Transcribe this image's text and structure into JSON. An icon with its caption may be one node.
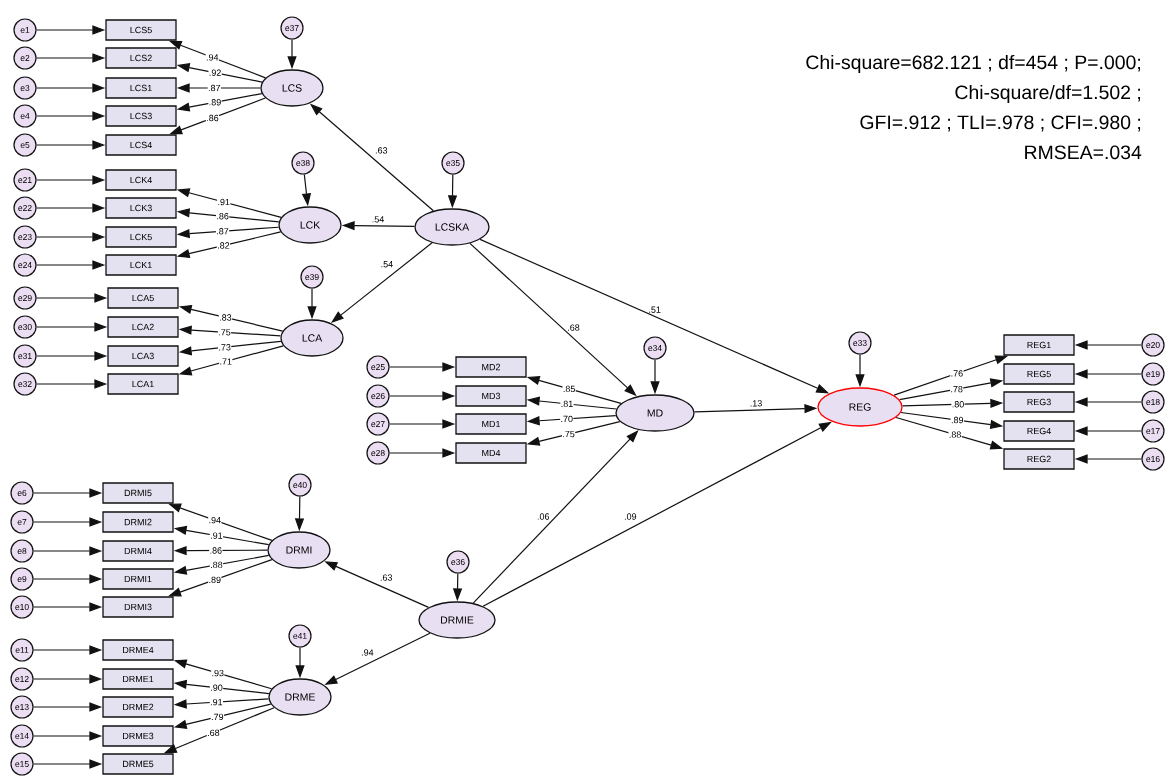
{
  "diagram": {
    "nodes": [
      {
        "text": [
          "e37"
        ]
      },
      {
        "text": [
          "LCS"
        ]
      },
      {
        "text": [
          "e1"
        ]
      },
      {
        "text": [
          "LCS5"
        ]
      },
      {
        "text": [
          "e2"
        ]
      },
      {
        "text": [
          "LCS2"
        ]
      },
      {
        "text": [
          "e3"
        ]
      },
      {
        "text": [
          "LCS1"
        ]
      },
      {
        "text": [
          "e4"
        ]
      },
      {
        "text": [
          "LCS3"
        ]
      },
      {
        "text": [
          "e5"
        ]
      },
      {
        "text": [
          "LCS4"
        ]
      },
      {
        "text": [
          "e38"
        ]
      },
      {
        "text": [
          "LCK"
        ]
      },
      {
        "text": [
          "e21"
        ]
      },
      {
        "text": [
          "LCK4"
        ]
      },
      {
        "text": [
          "e22"
        ]
      },
      {
        "text": [
          "LCK3"
        ]
      },
      {
        "text": [
          "e23"
        ]
      },
      {
        "text": [
          "LCK5"
        ]
      },
      {
        "text": [
          "e24"
        ]
      },
      {
        "text": [
          "LCK1"
        ]
      },
      {
        "text": [
          "e39"
        ]
      },
      {
        "text": [
          "LCA"
        ]
      },
      {
        "text": [
          "e29"
        ]
      },
      {
        "text": [
          "LCA5"
        ]
      },
      {
        "text": [
          "e30"
        ]
      },
      {
        "text": [
          "LCA2"
        ]
      },
      {
        "text": [
          "e31"
        ]
      },
      {
        "text": [
          "LCA3"
        ]
      },
      {
        "text": [
          "e32"
        ]
      },
      {
        "text": [
          "LCA1"
        ]
      },
      {
        "text": [
          "e35"
        ]
      },
      {
        "text": [
          "LCSKA"
        ]
      },
      {
        "text": [
          "e34"
        ]
      },
      {
        "text": [
          "MD"
        ]
      },
      {
        "text": [
          "e25"
        ]
      },
      {
        "text": [
          "MD2"
        ]
      },
      {
        "text": [
          "e26"
        ]
      },
      {
        "text": [
          "MD3"
        ]
      },
      {
        "text": [
          "e27"
        ]
      },
      {
        "text": [
          "MD1"
        ]
      },
      {
        "text": [
          "e28"
        ]
      },
      {
        "text": [
          "MD4"
        ]
      },
      {
        "text": [
          "e33"
        ]
      },
      {
        "text": [
          "REG"
        ]
      },
      {
        "text": [
          "REG1"
        ]
      },
      {
        "text": [
          "e20"
        ]
      },
      {
        "text": [
          "REG5"
        ]
      },
      {
        "text": [
          "e19"
        ]
      },
      {
        "text": [
          "REG3"
        ]
      },
      {
        "text": [
          "e18"
        ]
      },
      {
        "text": [
          "REG4"
        ]
      },
      {
        "text": [
          "e17"
        ]
      },
      {
        "text": [
          "REG2"
        ]
      },
      {
        "text": [
          "e16"
        ]
      },
      {
        "text": [
          "e40"
        ]
      },
      {
        "text": [
          "DRMI"
        ]
      },
      {
        "text": [
          "e6"
        ]
      },
      {
        "text": [
          "DRMI5"
        ]
      },
      {
        "text": [
          "e7"
        ]
      },
      {
        "text": [
          "DRMI2"
        ]
      },
      {
        "text": [
          "e8"
        ]
      },
      {
        "text": [
          "DRMI4"
        ]
      },
      {
        "text": [
          "e9"
        ]
      },
      {
        "text": [
          "DRMI1"
        ]
      },
      {
        "text": [
          "e10"
        ]
      },
      {
        "text": [
          "DRMI3"
        ]
      },
      {
        "text": [
          "e36"
        ]
      },
      {
        "text": [
          "DRMIE"
        ]
      },
      {
        "text": [
          "e41"
        ]
      },
      {
        "text": [
          "DRME"
        ]
      },
      {
        "text": [
          "e11"
        ]
      },
      {
        "text": [
          "DRME4"
        ]
      },
      {
        "text": [
          "e12"
        ]
      },
      {
        "text": [
          "DRME1"
        ]
      },
      {
        "text": [
          "e13"
        ]
      },
      {
        "text": [
          "DRME2"
        ]
      },
      {
        "text": [
          "e14"
        ]
      },
      {
        "text": [
          "DRME3"
        ]
      },
      {
        "text": [
          "e15"
        ]
      },
      {
        "text": [
          "DRME5"
        ]
      }
    ],
    "edges": [
      {
        "from": 0,
        "to": 1,
        "arrow": "to"
      },
      {
        "from": 2,
        "to": 3,
        "arrow": "to"
      },
      {
        "from": 1,
        "to": 3,
        "arrow": "to",
        "label": ".94"
      },
      {
        "from": 4,
        "to": 5,
        "arrow": "to"
      },
      {
        "from": 1,
        "to": 5,
        "arrow": "to",
        "label": ".92"
      },
      {
        "from": 6,
        "to": 7,
        "arrow": "to"
      },
      {
        "from": 1,
        "to": 7,
        "arrow": "to",
        "label": ".87"
      },
      {
        "from": 8,
        "to": 9,
        "arrow": "to"
      },
      {
        "from": 1,
        "to": 9,
        "arrow": "to",
        "label": ".89"
      },
      {
        "from": 10,
        "to": 11,
        "arrow": "to"
      },
      {
        "from": 1,
        "to": 11,
        "arrow": "to",
        "label": ".86"
      },
      {
        "from": 12,
        "to": 13,
        "arrow": "to"
      },
      {
        "from": 14,
        "to": 15,
        "arrow": "to"
      },
      {
        "from": 13,
        "to": 15,
        "arrow": "to",
        "label": ".91"
      },
      {
        "from": 16,
        "to": 17,
        "arrow": "to"
      },
      {
        "from": 13,
        "to": 17,
        "arrow": "to",
        "label": ".86"
      },
      {
        "from": 18,
        "to": 19,
        "arrow": "to"
      },
      {
        "from": 13,
        "to": 19,
        "arrow": "to",
        "label": ".87"
      },
      {
        "from": 20,
        "to": 21,
        "arrow": "to"
      },
      {
        "from": 13,
        "to": 21,
        "arrow": "to",
        "label": ".82"
      },
      {
        "from": 22,
        "to": 23,
        "arrow": "to"
      },
      {
        "from": 24,
        "to": 25,
        "arrow": "to"
      },
      {
        "from": 23,
        "to": 25,
        "arrow": "to",
        "label": ".83"
      },
      {
        "from": 26,
        "to": 27,
        "arrow": "to"
      },
      {
        "from": 23,
        "to": 27,
        "arrow": "to",
        "label": ".75"
      },
      {
        "from": 28,
        "to": 29,
        "arrow": "to"
      },
      {
        "from": 23,
        "to": 29,
        "arrow": "to",
        "label": ".73"
      },
      {
        "from": 30,
        "to": 31,
        "arrow": "to"
      },
      {
        "from": 23,
        "to": 31,
        "arrow": "to",
        "label": ".71"
      },
      {
        "from": 32,
        "to": 33,
        "arrow": "to"
      },
      {
        "from": 33,
        "to": 1,
        "arrow": "to",
        "label": ".63"
      },
      {
        "from": 33,
        "to": 13,
        "arrow": "to",
        "label": ".54"
      },
      {
        "from": 33,
        "to": 23,
        "arrow": "to",
        "label": ".54"
      },
      {
        "from": 33,
        "to": 35,
        "arrow": "to",
        "label": ".68"
      },
      {
        "from": 33,
        "to": 45,
        "arrow": "to",
        "label": ".51"
      },
      {
        "from": 34,
        "to": 35,
        "arrow": "to"
      },
      {
        "from": 36,
        "to": 37,
        "arrow": "to"
      },
      {
        "from": 35,
        "to": 37,
        "arrow": "to",
        "label": ".85"
      },
      {
        "from": 38,
        "to": 39,
        "arrow": "to"
      },
      {
        "from": 35,
        "to": 39,
        "arrow": "to",
        "label": ".81"
      },
      {
        "from": 40,
        "to": 41,
        "arrow": "to"
      },
      {
        "from": 35,
        "to": 41,
        "arrow": "to",
        "label": ".70"
      },
      {
        "from": 42,
        "to": 43,
        "arrow": "to"
      },
      {
        "from": 35,
        "to": 43,
        "arrow": "to",
        "label": ".75"
      },
      {
        "from": 35,
        "to": 45,
        "arrow": "to",
        "label": ".13"
      },
      {
        "from": 44,
        "to": 45,
        "arrow": "to"
      },
      {
        "from": 45,
        "to": 46,
        "arrow": "to",
        "label": ".76"
      },
      {
        "from": 47,
        "to": 46,
        "arrow": "to"
      },
      {
        "from": 45,
        "to": 48,
        "arrow": "to",
        "label": ".78"
      },
      {
        "from": 49,
        "to": 48,
        "arrow": "to"
      },
      {
        "from": 45,
        "to": 50,
        "arrow": "to",
        "label": ".80"
      },
      {
        "from": 51,
        "to": 50,
        "arrow": "to"
      },
      {
        "from": 45,
        "to": 52,
        "arrow": "to",
        "label": ".89"
      },
      {
        "from": 53,
        "to": 52,
        "arrow": "to"
      },
      {
        "from": 45,
        "to": 54,
        "arrow": "to",
        "label": ".88"
      },
      {
        "from": 55,
        "to": 54,
        "arrow": "to"
      },
      {
        "from": 56,
        "to": 57,
        "arrow": "to"
      },
      {
        "from": 58,
        "to": 59,
        "arrow": "to"
      },
      {
        "from": 57,
        "to": 59,
        "arrow": "to",
        "label": ".94"
      },
      {
        "from": 60,
        "to": 61,
        "arrow": "to"
      },
      {
        "from": 57,
        "to": 61,
        "arrow": "to",
        "label": ".91"
      },
      {
        "from": 62,
        "to": 63,
        "arrow": "to"
      },
      {
        "from": 57,
        "to": 63,
        "arrow": "to",
        "label": ".86"
      },
      {
        "from": 64,
        "to": 65,
        "arrow": "to"
      },
      {
        "from": 57,
        "to": 65,
        "arrow": "to",
        "label": ".88"
      },
      {
        "from": 66,
        "to": 67,
        "arrow": "to"
      },
      {
        "from": 57,
        "to": 67,
        "arrow": "to",
        "label": ".89"
      },
      {
        "from": 68,
        "to": 69,
        "arrow": "to"
      },
      {
        "from": 69,
        "to": 57,
        "arrow": "to",
        "label": ".63"
      },
      {
        "from": 69,
        "to": 71,
        "arrow": "to",
        "label": ".94"
      },
      {
        "from": 69,
        "to": 35,
        "arrow": "to",
        "label": ".06"
      },
      {
        "from": 69,
        "to": 45,
        "arrow": "to",
        "label": ".09"
      },
      {
        "from": 70,
        "to": 71,
        "arrow": "to"
      },
      {
        "from": 72,
        "to": 73,
        "arrow": "to"
      },
      {
        "from": 71,
        "to": 73,
        "arrow": "to",
        "label": ".93"
      },
      {
        "from": 74,
        "to": 75,
        "arrow": "to"
      },
      {
        "from": 71,
        "to": 75,
        "arrow": "to",
        "label": ".90"
      },
      {
        "from": 76,
        "to": 77,
        "arrow": "to"
      },
      {
        "from": 71,
        "to": 77,
        "arrow": "to",
        "label": ".91"
      },
      {
        "from": 78,
        "to": 79,
        "arrow": "to"
      },
      {
        "from": 71,
        "to": 79,
        "arrow": "to",
        "label": ".79"
      },
      {
        "from": 80,
        "to": 81,
        "arrow": "to"
      },
      {
        "from": 71,
        "to": 81,
        "arrow": "to",
        "label": ".68"
      }
    ],
    "labels": [
      "Chi-square=682.121 ; df=454 ; P=.000;",
      "Chi-square/df=1.502 ;",
      "GFI=.912 ; TLI=.978 ; CFI=.980 ;",
      "RMSEA=.034"
    ]
  }
}
